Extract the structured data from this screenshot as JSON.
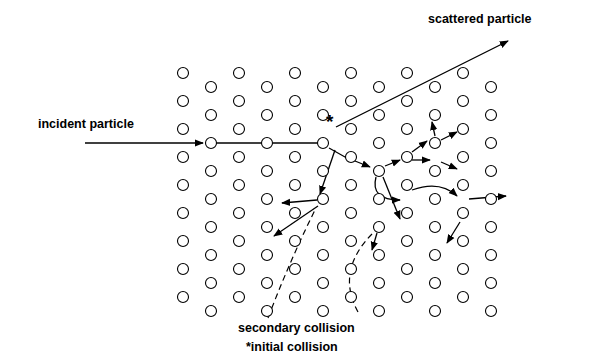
{
  "diagram": {
    "labels": [
      "incident particle",
      "scattered particle",
      "*",
      "secondary collision",
      "*initial collision"
    ]
  }
}
